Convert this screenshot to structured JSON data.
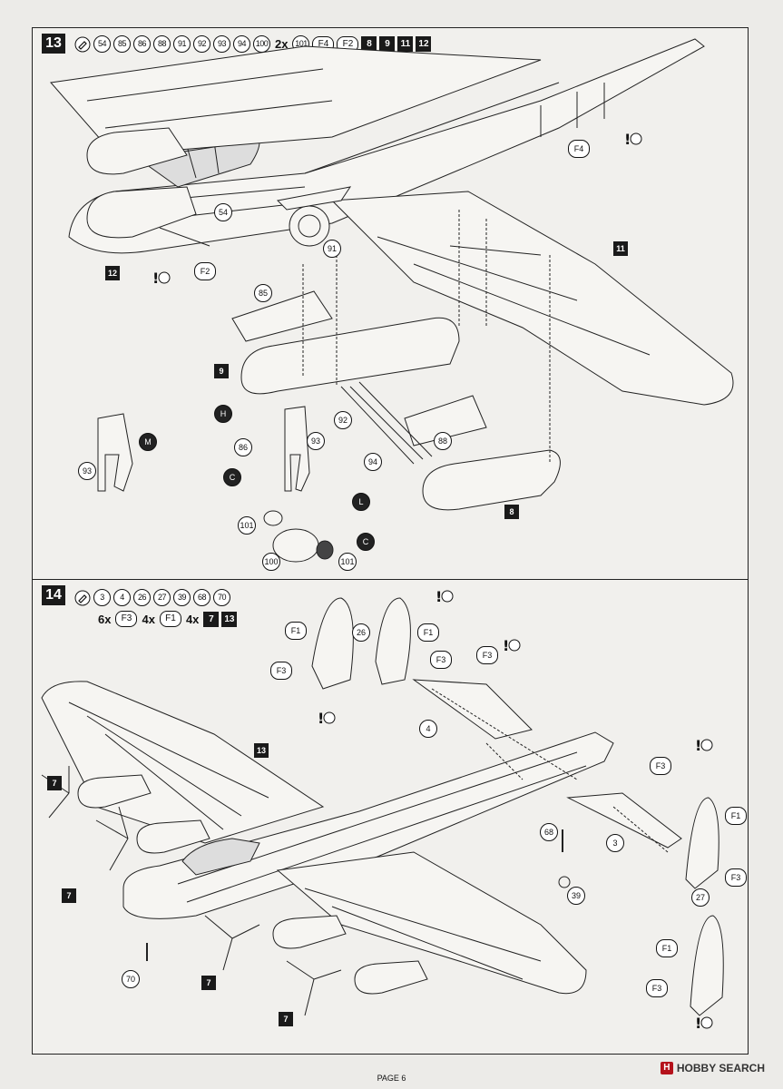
{
  "step13": {
    "number": "13",
    "parts": [
      "54",
      "85",
      "86",
      "88",
      "91",
      "92",
      "93",
      "94",
      "100"
    ],
    "mult": "2x",
    "mult_part": "101",
    "f_parts": [
      "F4",
      "F2"
    ],
    "decals": [
      "8",
      "9",
      "11",
      "12"
    ],
    "labels": {
      "p54": "54",
      "p85": "85",
      "p86": "86",
      "p88": "88",
      "p91": "91",
      "p92": "92",
      "p93a": "93",
      "p93b": "93",
      "p94": "94",
      "p100": "100",
      "p101a": "101",
      "p101b": "101",
      "F4": "F4",
      "F2": "F2",
      "d12": "12",
      "d11": "11",
      "d9": "9",
      "d8": "8",
      "H": "H",
      "M": "M",
      "C1": "C",
      "C2": "C",
      "L": "L"
    }
  },
  "step14": {
    "number": "14",
    "parts": [
      "3",
      "4",
      "26",
      "27",
      "39",
      "68",
      "70"
    ],
    "row2": [
      {
        "mult": "6x",
        "part": "F3"
      },
      {
        "mult": "4x",
        "part": "F1"
      },
      {
        "mult": "4x",
        "decal": "7"
      }
    ],
    "decal13": "13",
    "labels": {
      "F1a": "F1",
      "F3a": "F3",
      "p26": "26",
      "F1b": "F1",
      "F3b": "F3",
      "F3c": "F3",
      "p4": "4",
      "d13": "13",
      "d7a": "7",
      "d7b": "7",
      "d7c": "7",
      "d7d": "7",
      "p68": "68",
      "p39": "39",
      "p3": "3",
      "F3d": "F3",
      "F1c": "F1",
      "F3e": "F3",
      "p27": "27",
      "F1d": "F1",
      "F3f": "F3",
      "p70": "70"
    }
  },
  "footer": {
    "page": "PAGE 6"
  },
  "watermark": {
    "logo": "H",
    "text": "HOBBY SEARCH"
  },
  "warning_label": "Super Glue"
}
